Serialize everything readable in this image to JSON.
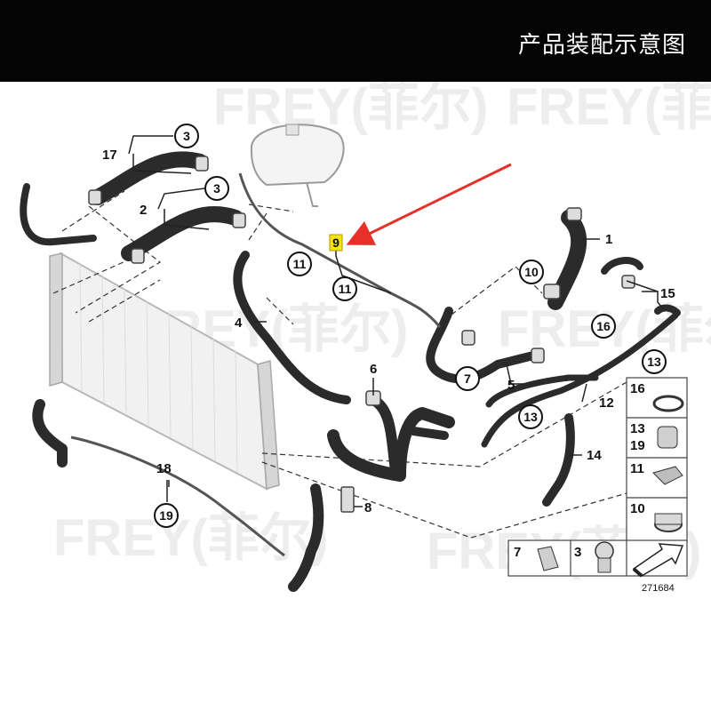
{
  "header": {
    "title": "产品装配示意图"
  },
  "watermark": {
    "text": "FREY(菲尔)"
  },
  "callouts": {
    "c1": "1",
    "c2": "2",
    "c3a": "3",
    "c3b": "3",
    "c4": "4",
    "c5": "5",
    "c6": "6",
    "c7": "7",
    "c8": "8",
    "c9": "9",
    "c10": "10",
    "c11a": "11",
    "c11b": "11",
    "c12": "12",
    "c13a": "13",
    "c13b": "13",
    "c14": "14",
    "c15": "15",
    "c16": "16",
    "c17": "17",
    "c18": "18",
    "c19": "19"
  },
  "legend": {
    "row1": "16",
    "row2a": "13",
    "row2b": "19",
    "row3": "11",
    "row4": "10",
    "bottom7": "7",
    "bottom3": "3"
  },
  "ref_number": "271684",
  "colors": {
    "highlight": "#f3e318",
    "arrow": "#e8302a",
    "hose": "#2b2b2b",
    "dash": "#333333"
  }
}
